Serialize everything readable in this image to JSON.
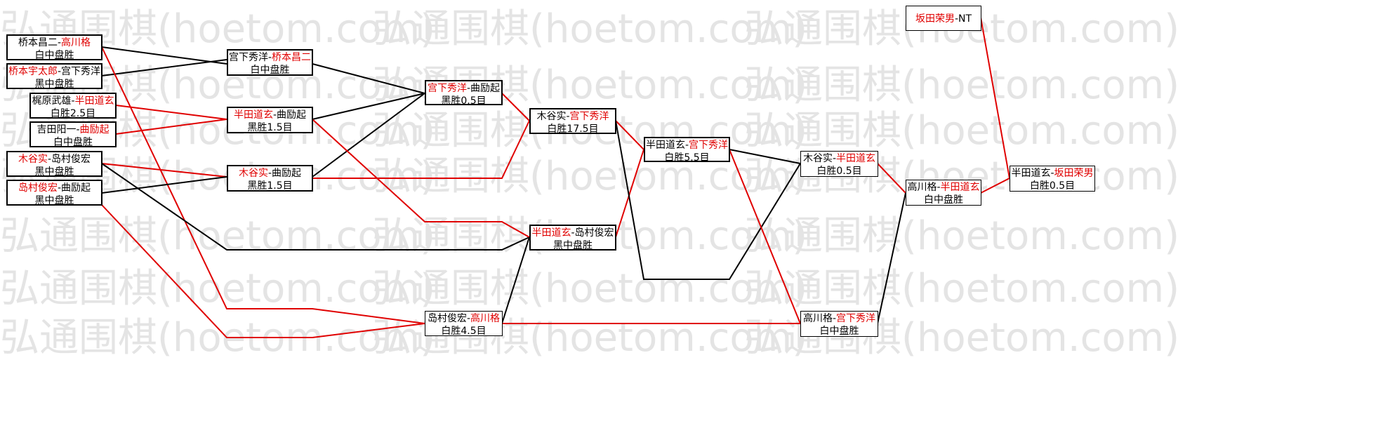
{
  "watermark": "弘通围棋(hoetom.com)",
  "colors": {
    "winner": "#e00000",
    "line_black": "#000000",
    "line_red": "#e00000",
    "watermark": "#e4e4e4"
  },
  "matches": {
    "r1_1": {
      "p1": "桥本昌二",
      "sep": "-",
      "p2": "高川格",
      "winner": "p2",
      "result": "白中盘胜"
    },
    "r1_2": {
      "p1": "桥本宇太郎",
      "sep": "-",
      "p2": "宫下秀洋",
      "winner": "p1",
      "result": "黑中盘胜"
    },
    "r1_3": {
      "p1": "梶原武雄",
      "sep": "-",
      "p2": "半田道玄",
      "winner": "p2",
      "result": "白胜2.5目"
    },
    "r1_4": {
      "p1": "吉田阳一",
      "sep": "-",
      "p2": "曲励起",
      "winner": "p2",
      "result": "白中盘胜"
    },
    "r1_5": {
      "p1": "木谷实",
      "sep": "-",
      "p2": "岛村俊宏",
      "winner": "p1",
      "result": "黑中盘胜"
    },
    "r1_6": {
      "p1": "岛村俊宏",
      "sep": "-",
      "p2": "曲励起",
      "winner": "p1",
      "result": "黑中盘胜"
    },
    "r2_1": {
      "p1": "宫下秀洋",
      "sep": "-",
      "p2": "桥本昌二",
      "winner": "p2",
      "result": "白中盘胜"
    },
    "r2_2": {
      "p1": "半田道玄",
      "sep": "-",
      "p2": "曲励起",
      "winner": "p1",
      "result": "黑胜1.5目"
    },
    "r2_3": {
      "p1": "木谷实",
      "sep": "-",
      "p2": "曲励起",
      "winner": "p1",
      "result": "黑胜1.5目"
    },
    "r3_1": {
      "p1": "宫下秀洋",
      "sep": "-",
      "p2": "曲励起",
      "winner": "p1",
      "result": "黑胜0.5目"
    },
    "r3_2": {
      "p1": "岛村俊宏",
      "sep": "-",
      "p2": "高川格",
      "winner": "p2",
      "result": "白胜4.5目"
    },
    "r4_1": {
      "p1": "木谷实",
      "sep": "-",
      "p2": "宫下秀洋",
      "winner": "p2",
      "result": "白胜17.5目"
    },
    "r4_2": {
      "p1": "半田道玄",
      "sep": "-",
      "p2": "岛村俊宏",
      "winner": "p1",
      "result": "黑中盘胜"
    },
    "r5_1": {
      "p1": "半田道玄",
      "sep": "-",
      "p2": "宫下秀洋",
      "winner": "p2",
      "result": "白胜5.5目"
    },
    "r6_1": {
      "p1": "木谷实",
      "sep": "-",
      "p2": "半田道玄",
      "winner": "p2",
      "result": "白胜0.5目"
    },
    "r6_2": {
      "p1": "高川格",
      "sep": "-",
      "p2": "宫下秀洋",
      "winner": "p2",
      "result": "白中盘胜"
    },
    "r7_1": {
      "p1": "高川格",
      "sep": "-",
      "p2": "半田道玄",
      "winner": "p2",
      "result": "白中盘胜"
    },
    "seed": {
      "p1": "坂田荣男",
      "sep": "-",
      "p2": "NT",
      "winner": "p1",
      "result": ""
    },
    "final": {
      "p1": "半田道玄",
      "sep": "-",
      "p2": "坂田荣男",
      "winner": "p2",
      "result": "白胜0.5目"
    }
  }
}
